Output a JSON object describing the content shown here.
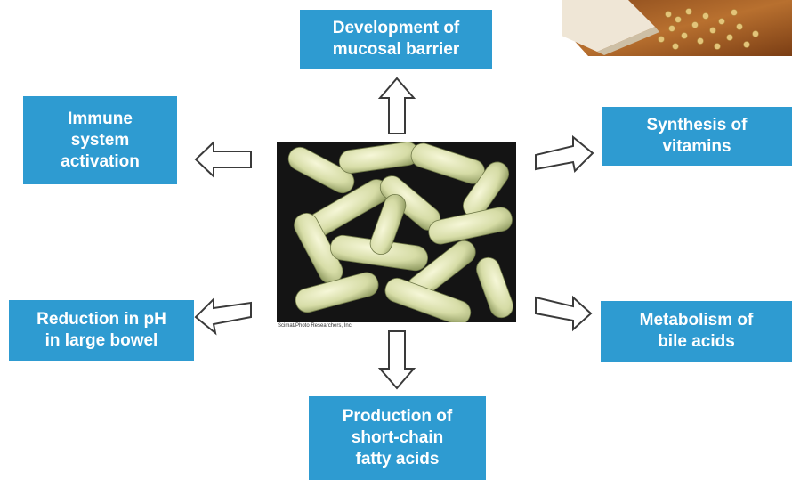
{
  "boxes": {
    "mucosal": [
      "Development of",
      "mucosal barrier"
    ],
    "immune": [
      "Immune",
      "system",
      "activation"
    ],
    "vitamins": [
      "Synthesis of",
      "vitamins"
    ],
    "ph": [
      "Reduction in pH",
      "in large bowel"
    ],
    "bile": [
      "Metabolism of",
      "bile acids"
    ],
    "scfa": [
      "Production of",
      "short-chain",
      "fatty acids"
    ]
  },
  "image_credit": "Scimat/Photo Researchers, Inc.",
  "colors": {
    "box_fill": "#2e9bd1",
    "box_text": "#ffffff",
    "arrow_stroke": "#3a3a3a"
  }
}
